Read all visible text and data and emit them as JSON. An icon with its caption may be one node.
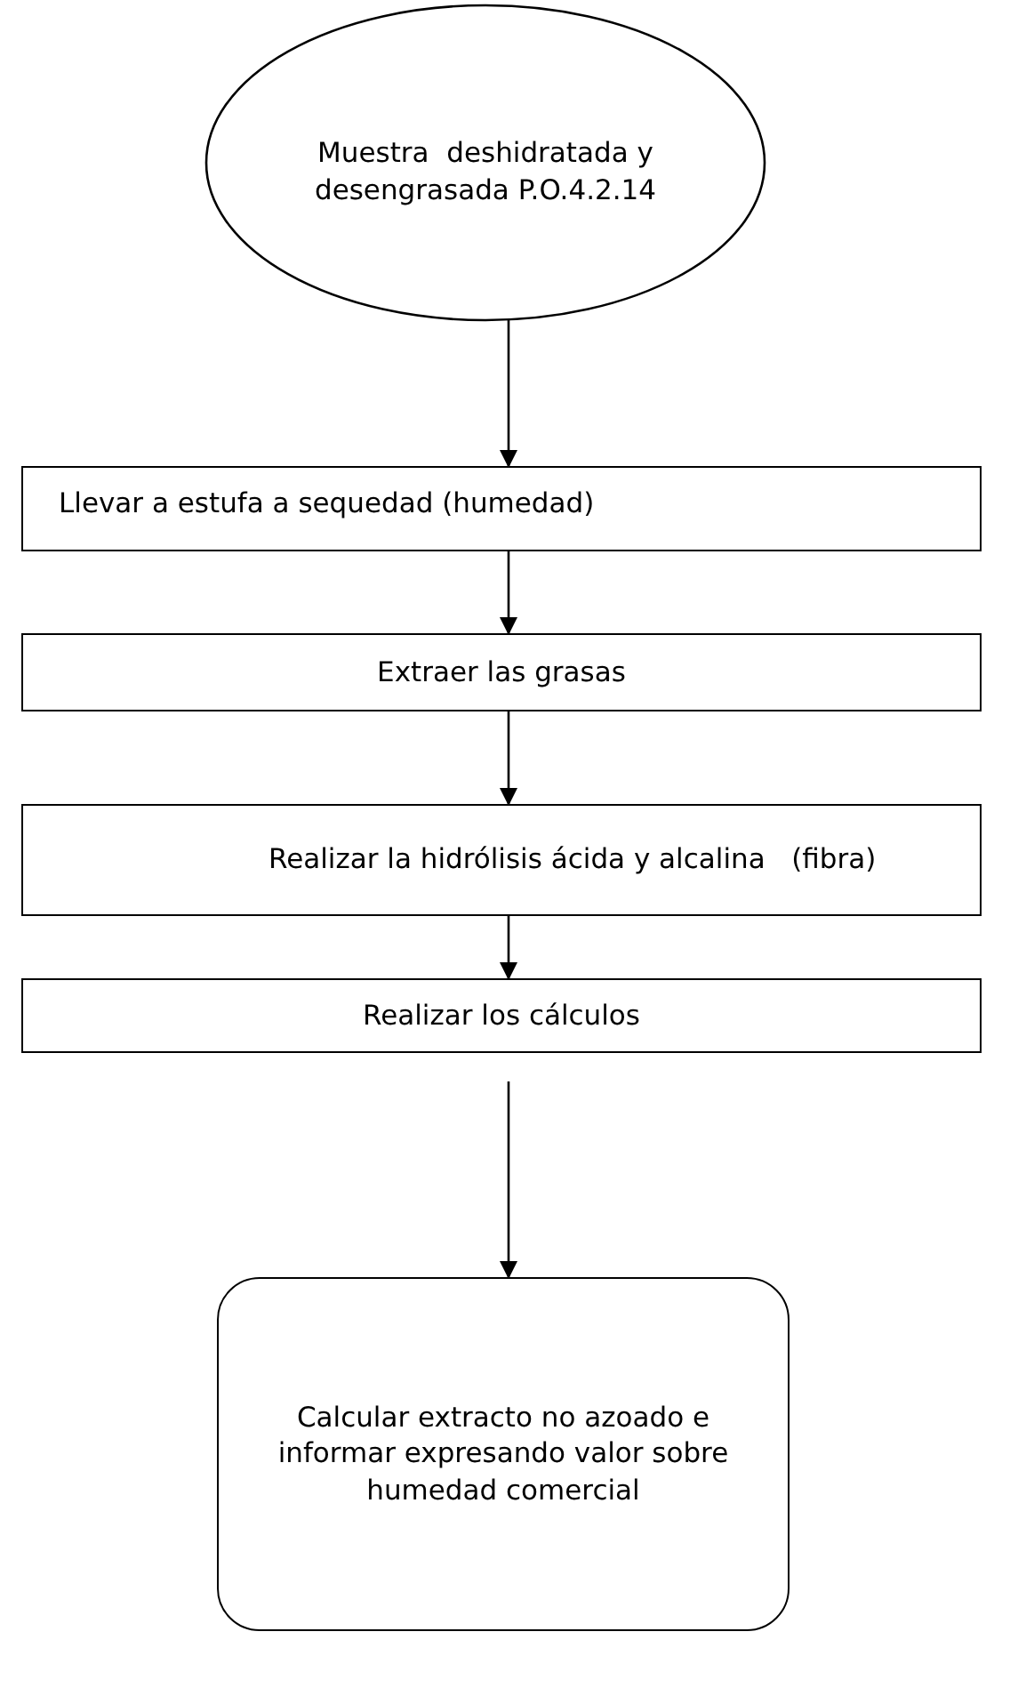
{
  "diagram": {
    "nodes": [
      {
        "text": [
          "Muestra  deshidratada y desengrasada P.O.4.2.14"
        ]
      },
      {
        "text": [
          "Llevar a estufa a sequedad (humedad)"
        ]
      },
      {
        "text": [
          "Extraer las grasas"
        ]
      },
      {
        "text": [
          "Realizar la hidrólisis ácida y alcalina   (fibra)"
        ]
      },
      {
        "text": [
          "Realizar los cálculos"
        ]
      },
      {
        "text": [
          "Calcular extracto no azoado e informar expresando valor sobre humedad comercial"
        ]
      }
    ],
    "edges": [
      {
        "from": 0,
        "to": 1,
        "arrow": "to"
      },
      {
        "from": 1,
        "to": 2,
        "arrow": "to"
      },
      {
        "from": 2,
        "to": 3,
        "arrow": "to"
      },
      {
        "from": 3,
        "to": 4,
        "arrow": "to"
      },
      {
        "from": 4,
        "to": 5,
        "arrow": "to"
      }
    ]
  }
}
